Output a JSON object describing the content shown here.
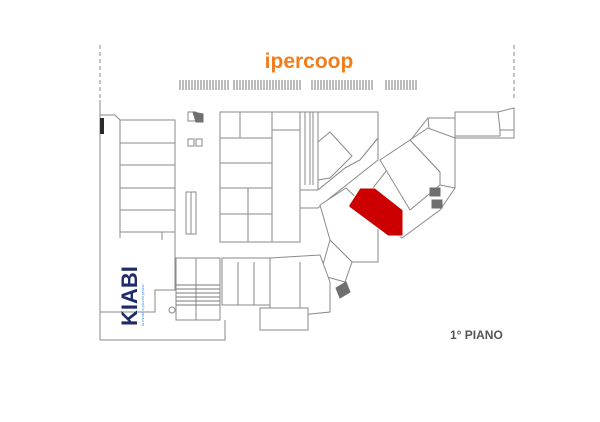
{
  "map": {
    "anchor_store_top": {
      "name": "ipercoop",
      "color": "#f07d1e"
    },
    "anchor_store_left": {
      "name": "KIABI",
      "tagline": "la moda a piccoli prezzi",
      "name_color": "#1f2a6b",
      "tagline_color": "#3a8fd8"
    },
    "highlighted_unit_color": "#cc0000",
    "floor_label": "1° PIANO"
  }
}
